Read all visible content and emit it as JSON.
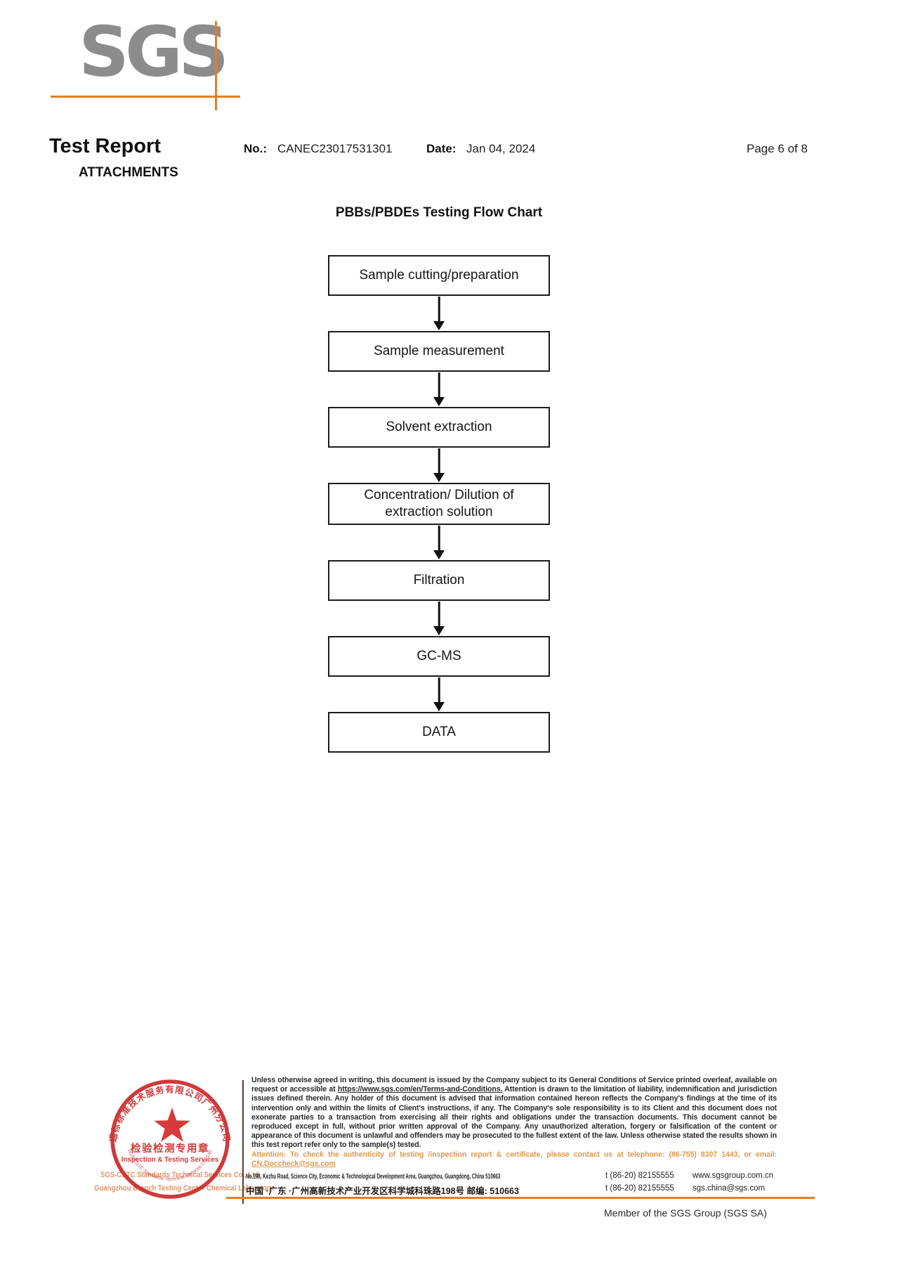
{
  "header": {
    "logo_text": "SGS",
    "title": "Test Report",
    "no_label": "No.:",
    "no_value": "CANEC23017531301",
    "date_label": "Date:",
    "date_value": "Jan 04, 2024",
    "page_label": "Page 6 of 8",
    "attachments_label": "ATTACHMENTS"
  },
  "flowchart": {
    "title": "PBBs/PBDEs Testing Flow Chart",
    "steps": [
      "Sample cutting/preparation",
      "Sample measurement",
      "Solvent extraction",
      "Concentration/ Dilution of extraction solution",
      "Filtration",
      "GC-MS",
      "DATA"
    ]
  },
  "stamp": {
    "ring_text": "通标标准技术服务有限公司广州分公司",
    "center_line1": "检验检测专用章",
    "center_line2": "Inspection & Testing Services",
    "bottom_arc_text": "SGS-CSTC Standards Technical Services Co., Ltd.",
    "company_line1": "SGS-CSTC Standards Technical Services Co., Ltd.",
    "company_line2": "Guangzhou Branch Testing Center Chemical Laboratory."
  },
  "footer": {
    "disclaimer_part1": "Unless otherwise agreed in writing, this document is issued by the Company subject to its General Conditions of Service printed overleaf, available on request or accessible at ",
    "disclaimer_link": "https://www.sgs.com/en/Terms-and-Conditions.",
    "disclaimer_part2": " Attention is drawn to the limitation of liability, indemnification and jurisdiction issues defined therein. Any holder of this document is advised that information contained hereon reflects the Company's findings at the time of its intervention only and within the limits of Client's instructions, if any. The Company's sole responsibility is to its Client and this document does not exonerate parties to a transaction from exercising all their rights and obligations under the transaction documents. This document cannot be reproduced except in full, without prior written approval of the Company. Any unauthorized alteration, forgery or falsification of the content or appearance of this document is unlawful and offenders may be prosecuted to the fullest extent of the law. Unless otherwise stated the results shown in this test report refer only to the sample(s) tested.",
    "attention_part1": "Attention: To check the authenticity of testing /inspection report & certificate, please contact us at telephone: (86-755) 8307 1443, or email: ",
    "attention_email": "CN.Doccheck@sgs.com",
    "address_en": "No.198, Kezhu Road, Science City, Economic & Technological Development Area, Guangzhou, Guangdong, China 510663",
    "address_cn": "中国 ·广东 ·广州高新技术产业开发区科学城科珠路198号    邮编: 510663",
    "phone1": "t (86-20) 82155555",
    "phone2": "t (86-20) 82155555",
    "website": "www.sgsgroup.com.cn",
    "email": "sgs.china@sgs.com",
    "member_label": "Member of the SGS Group (SGS SA)"
  },
  "colors": {
    "accent_orange": "#e87c22",
    "stamp_red": "#cc2a2a",
    "logo_gray": "#8c8c8c",
    "company_text_orange": "#dd9468",
    "attention_orange": "#dd9a4e"
  }
}
